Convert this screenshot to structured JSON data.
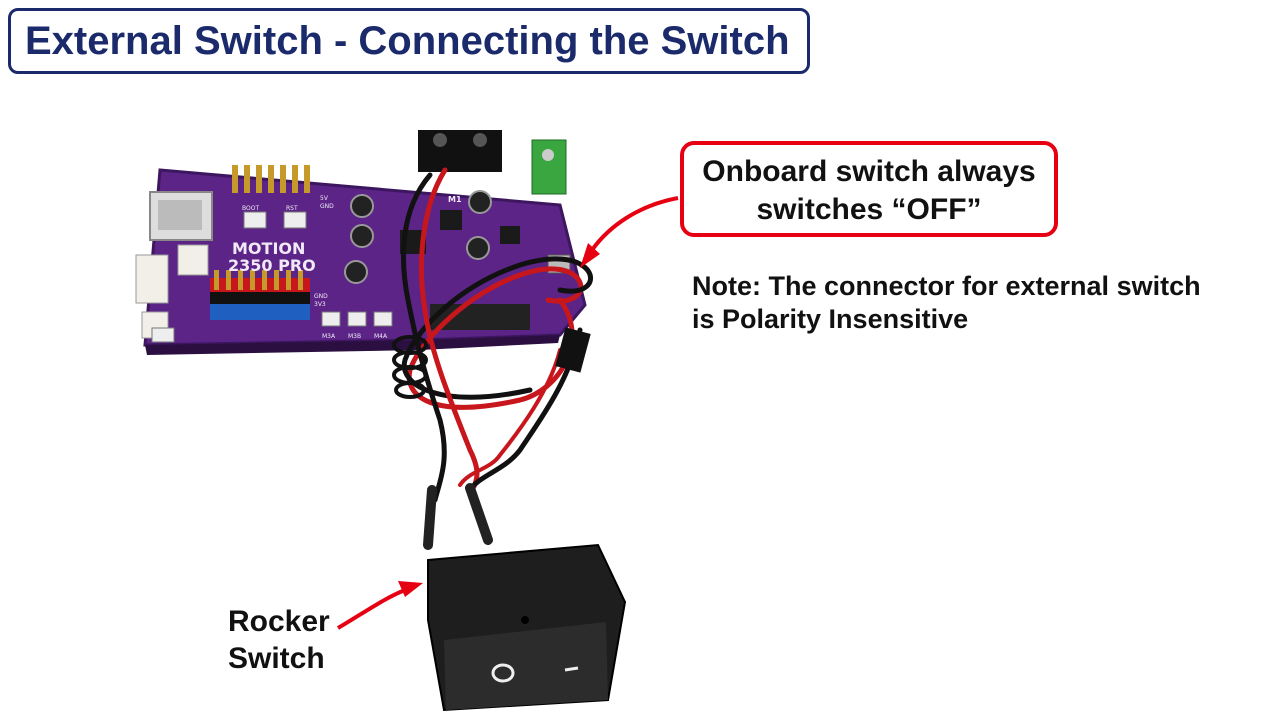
{
  "slide": {
    "title": "External Switch - Connecting the Switch",
    "callout": {
      "line1": "Onboard switch always",
      "line2": "switches “OFF”"
    },
    "note": {
      "line1": "Note: The connector for external switch",
      "line2": "is Polarity Insensitive"
    },
    "rocker_label": {
      "line1": "Rocker",
      "line2": "Switch"
    },
    "board_silkscreen": {
      "name_line1": "MOTION",
      "name_line2": "2350 PRO",
      "boot_button": "BOOT",
      "reset_button": "RST",
      "motor_labels": [
        "M3A",
        "M3B",
        "M4A"
      ],
      "power_pins": [
        "GND",
        "3V3"
      ],
      "header_pins": [
        "5V",
        "GND"
      ],
      "motor_terminal": "M1"
    },
    "colors": {
      "title_border": "#1b2a6b",
      "title_text": "#1b2a6b",
      "callout_border": "#e60012",
      "arrow": "#e60012",
      "board_pcb": "#5b2486",
      "wire_red": "#c8161d",
      "wire_black": "#111111"
    }
  }
}
